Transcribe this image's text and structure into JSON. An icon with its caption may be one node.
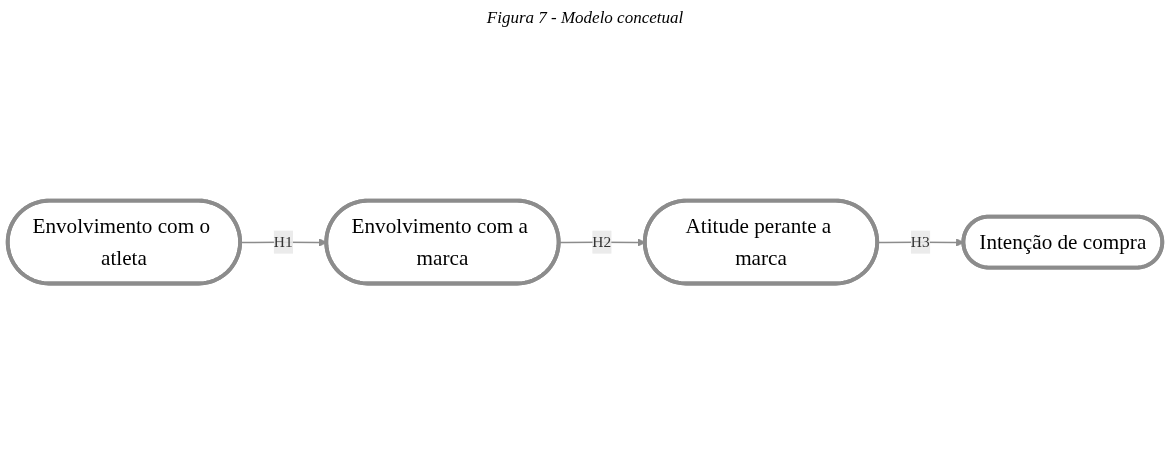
{
  "diagram": {
    "title": "Figura 7 - Modelo concetual",
    "nodes": [
      {
        "text": [
          "Envolvimento com o atleta"
        ]
      },
      {
        "text": [
          "Envolvimento com a marca"
        ]
      },
      {
        "text": [
          "Atitude perante a marca"
        ]
      },
      {
        "text": [
          "Intenção de compra"
        ]
      }
    ],
    "edges": [
      {
        "from": 0,
        "to": 1,
        "arrow": "to",
        "label": "H1"
      },
      {
        "from": 1,
        "to": 2,
        "arrow": "to",
        "label": "H2"
      },
      {
        "from": 2,
        "to": 3,
        "arrow": "to",
        "label": "H3"
      }
    ]
  }
}
